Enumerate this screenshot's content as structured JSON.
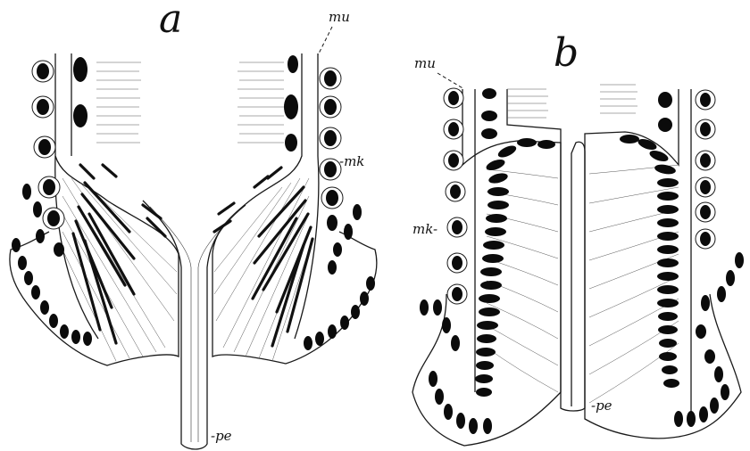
{
  "panels": [
    {
      "letter": "a"
    },
    {
      "letter": "b"
    }
  ],
  "labels": {
    "a_mu": "mu",
    "a_mk": "-mk",
    "a_pe": "-pe",
    "b_mu": "mu",
    "b_mk": "mk-",
    "b_pe": "-pe"
  }
}
